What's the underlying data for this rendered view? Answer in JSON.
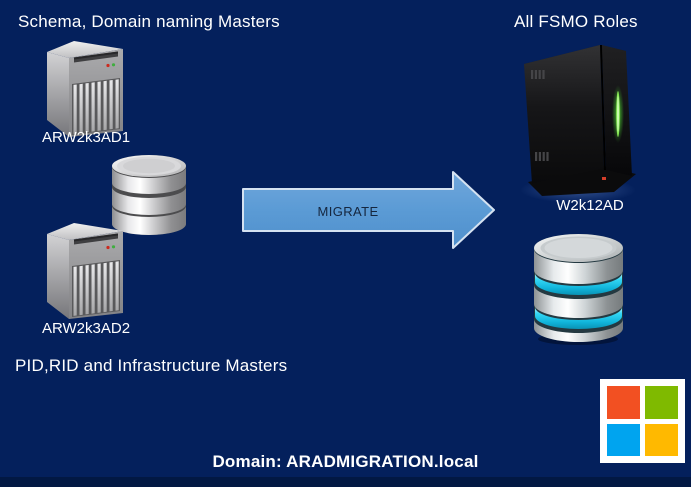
{
  "canvas": {
    "bg": "#04205c",
    "footer_bg": "#021843"
  },
  "left_group": {
    "title": "Schema, Domain naming Masters",
    "server1_label": "ARW2k3AD1",
    "server2_label": "ARW2k3AD2",
    "subtitle": "PID,RID and Infrastructure Masters"
  },
  "arrow": {
    "label": "MIGRATE",
    "fill": "#5b9bd5",
    "border": "#d5e2f1",
    "text_color": "#15263e"
  },
  "right_group": {
    "title": "All FSMO Roles",
    "server_label": "W2k12AD"
  },
  "domain_line": "Domain: ARADMIGRATION.local",
  "icons": {
    "gray_server_tower": "gray-3d-tower-server",
    "silver_database": "stacked-silver-database-cylinders",
    "black_server": "black-tower-server-with-green-led",
    "blue_database": "silver-database-with-cyan-rings",
    "microsoft_logo": {
      "tile_bg": "#ffffff",
      "squares": [
        "#f25022",
        "#7fba00",
        "#00a4ef",
        "#ffb900"
      ]
    }
  }
}
